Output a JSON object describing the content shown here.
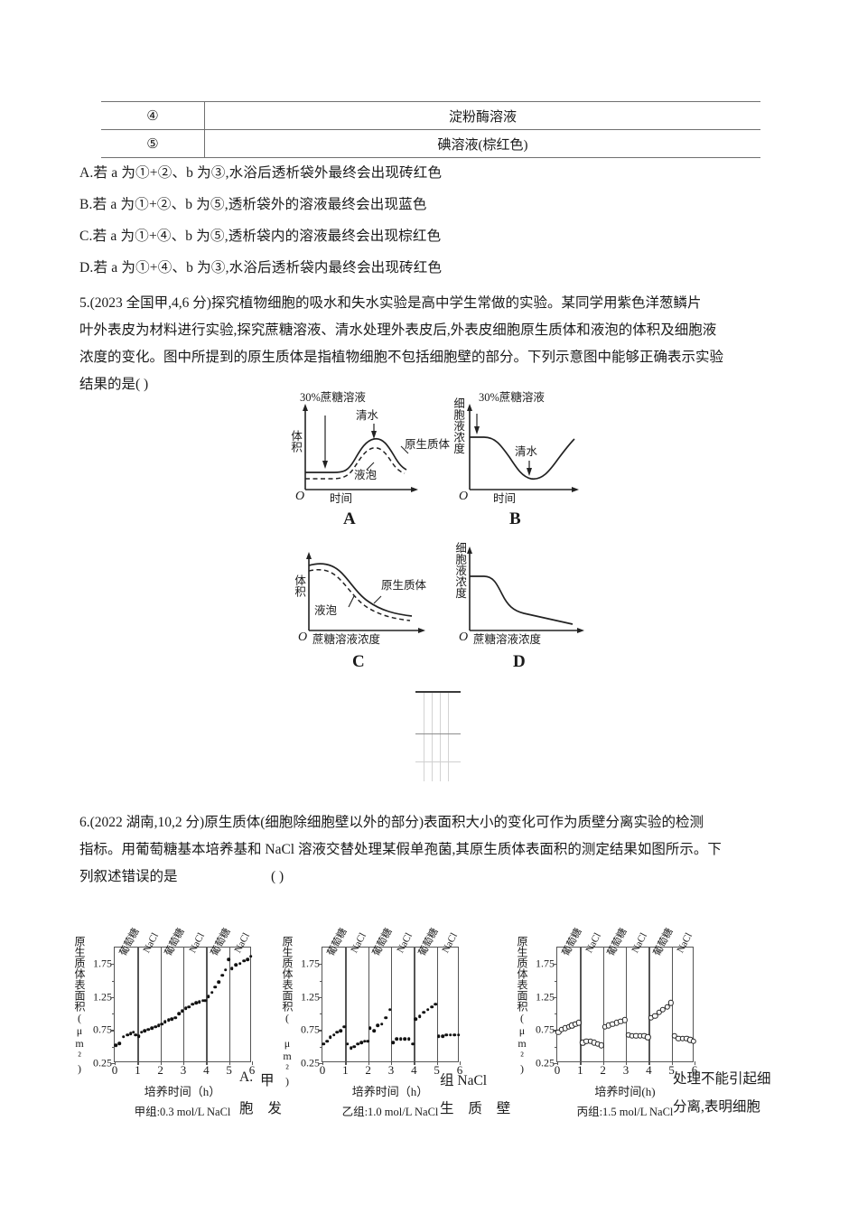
{
  "table": {
    "rows": [
      {
        "id": "④",
        "content": "淀粉酶溶液"
      },
      {
        "id": "⑤",
        "content": "碘溶液(棕红色)"
      }
    ]
  },
  "options_q4": [
    "A.若 a 为①+②、b 为③,水浴后透析袋外最终会出现砖红色",
    "B.若 a 为①+②、b 为⑤,透析袋外的溶液最终会出现蓝色",
    "C.若 a 为①+④、b 为⑤,透析袋内的溶液最终会出现棕红色",
    "D.若 a 为①+④、b 为③,水浴后透析袋内最终会出现砖红色"
  ],
  "question5": {
    "stem_line1": "5.(2023 全国甲,4,6 分)探究植物细胞的吸水和失水实验是高中学生常做的实验。某同学用紫色洋葱鳞片",
    "stem_line2": "叶外表皮为材料进行实验,探究蔗糖溶液、清水处理外表皮后,外表皮细胞原生质体和液泡的体积及细胞液",
    "stem_line3": "浓度的变化。图中所提到的原生质体是指植物细胞不包括细胞壁的部分。下列示意图中能够正确表示实验",
    "stem_line4": "结果的是(    )",
    "figures": [
      {
        "key": "A",
        "label": "A",
        "ylabel": "体积",
        "xlabel": "时间",
        "origin": "O",
        "annotations": [
          "30%蔗糖溶液",
          "清水",
          "原生质体",
          "液泡"
        ]
      },
      {
        "key": "B",
        "label": "B",
        "ylabel": "细胞液浓度",
        "xlabel": "时间",
        "origin": "O",
        "annotations": [
          "30%蔗糖溶液",
          "清水"
        ]
      },
      {
        "key": "C",
        "label": "C",
        "ylabel": "体积",
        "xlabel": "蔗糖溶液浓度",
        "origin": "O",
        "annotations": [
          "原生质体",
          "液泡"
        ]
      },
      {
        "key": "D",
        "label": "D",
        "ylabel": "细胞液浓度",
        "xlabel": "蔗糖溶液浓度",
        "origin": "O",
        "annotations": []
      }
    ]
  },
  "question6": {
    "stem_line1": "6.(2022 湖南,10,2 分)原生质体(细胞除细胞壁以外的部分)表面积大小的变化可作为质壁分离实验的检测",
    "stem_line2": "指标。用葡萄糖基本培养基和 NaCl 溶液交替处理某假单孢菌,其原生质体表面积的测定结果如图所示。下",
    "stem_line3": "列叙述错误的是",
    "stem_marker": "(    )"
  },
  "overlay_text": {
    "a1": "A.",
    "a2": "甲",
    "a3": "胞 发",
    "b1": "组 NaCl",
    "b2": "生 质 壁",
    "c1": "处理不能引起细",
    "c2": "分离,表明细胞"
  },
  "chart_data": [
    {
      "type": "scatter",
      "title": "甲组:0.3 mol/L NaCl",
      "xlabel": "培养时间（h）",
      "ylabel": "原生质体表面积(μm²)",
      "xlim": [
        0,
        6
      ],
      "ylim": [
        0.25,
        2.0
      ],
      "yticks": [
        "0.25",
        "0.75",
        "1.25",
        "1.75"
      ],
      "ytick_values": [
        0.25,
        0.75,
        1.25,
        1.75
      ],
      "xticks": [
        "0",
        "1",
        "2",
        "3",
        "4",
        "5",
        "6"
      ],
      "phase_labels": [
        "葡萄糖",
        "NaCl",
        "葡萄糖",
        "NaCl",
        "葡萄糖",
        "NaCl"
      ],
      "phase_boundaries": [
        1,
        2,
        3,
        4,
        5
      ],
      "marker": "filled",
      "x": [
        0.05,
        0.2,
        0.38,
        0.55,
        0.7,
        0.82,
        0.92,
        1.05,
        1.18,
        1.32,
        1.48,
        1.62,
        1.78,
        1.92,
        2.05,
        2.2,
        2.35,
        2.5,
        2.65,
        2.8,
        2.95,
        3.1,
        3.25,
        3.4,
        3.55,
        3.7,
        3.85,
        3.95,
        4.1,
        4.25,
        4.4,
        4.55,
        4.7,
        4.85,
        4.98,
        5.12,
        5.3,
        5.48,
        5.65,
        5.82,
        5.95
      ],
      "y": [
        0.52,
        0.55,
        0.65,
        0.68,
        0.7,
        0.72,
        0.68,
        0.66,
        0.72,
        0.74,
        0.76,
        0.78,
        0.8,
        0.82,
        0.84,
        0.88,
        0.9,
        0.92,
        0.94,
        1.0,
        1.04,
        1.08,
        1.1,
        1.14,
        1.16,
        1.18,
        1.2,
        1.2,
        1.26,
        1.32,
        1.4,
        1.48,
        1.58,
        1.66,
        1.82,
        1.68,
        1.74,
        1.76,
        1.8,
        1.82,
        1.87
      ]
    },
    {
      "type": "scatter",
      "title": "乙组:1.0 mol/L NaCl",
      "xlabel": "培养时间（h）",
      "ylabel": "原生质体表面积( μm²)",
      "xlim": [
        0,
        6
      ],
      "ylim": [
        0.25,
        2.0
      ],
      "yticks": [
        "0.25",
        "0.75",
        "1.25",
        "1.75"
      ],
      "ytick_values": [
        0.25,
        0.75,
        1.25,
        1.75
      ],
      "xticks": [
        "0",
        "1",
        "2",
        "3",
        "4",
        "5",
        "6"
      ],
      "phase_labels": [
        "葡萄糖",
        "NaCl",
        "葡萄糖",
        "NaCl",
        "葡萄糖",
        "NaCl"
      ],
      "phase_boundaries": [
        1,
        2,
        3,
        4,
        5
      ],
      "marker": "filled",
      "x": [
        0.05,
        0.2,
        0.35,
        0.5,
        0.65,
        0.8,
        0.95,
        1.1,
        1.25,
        1.4,
        1.55,
        1.7,
        1.85,
        1.97,
        2.08,
        2.25,
        2.42,
        2.6,
        2.78,
        2.95,
        3.08,
        3.25,
        3.42,
        3.6,
        3.78,
        3.95,
        4.08,
        4.25,
        4.42,
        4.6,
        4.78,
        4.95,
        5.08,
        5.25,
        5.42,
        5.6,
        5.78,
        5.95
      ],
      "y": [
        0.54,
        0.58,
        0.64,
        0.68,
        0.72,
        0.74,
        0.8,
        0.54,
        0.48,
        0.5,
        0.54,
        0.56,
        0.58,
        0.58,
        0.78,
        0.74,
        0.82,
        0.84,
        0.94,
        1.06,
        0.56,
        0.62,
        0.62,
        0.62,
        0.62,
        0.54,
        0.92,
        0.96,
        1.02,
        1.06,
        1.1,
        1.14,
        0.66,
        0.66,
        0.68,
        0.68,
        0.68,
        0.68
      ]
    },
    {
      "type": "scatter",
      "title": "丙组:1.5 mol/L NaCl",
      "xlabel": "培养时间(h)",
      "ylabel": "原生质体表面积(μm²)",
      "xlim": [
        0,
        6
      ],
      "ylim": [
        0.25,
        2.0
      ],
      "yticks": [
        "0.25",
        "0.75",
        "1.25",
        "1.75"
      ],
      "ytick_values": [
        0.25,
        0.75,
        1.25,
        1.75
      ],
      "xticks": [
        "0",
        "1",
        "2",
        "3",
        "4",
        "5",
        "6"
      ],
      "phase_labels": [
        "葡萄糖",
        "NaCl",
        "葡萄糖",
        "NaCl",
        "葡萄糖",
        "NaCl"
      ],
      "phase_boundaries": [
        1,
        2,
        3,
        4,
        5
      ],
      "marker": "open",
      "x": [
        0.05,
        0.2,
        0.35,
        0.5,
        0.65,
        0.8,
        0.95,
        1.12,
        1.28,
        1.45,
        1.6,
        1.76,
        1.92,
        2.08,
        2.25,
        2.42,
        2.6,
        2.78,
        2.95,
        3.1,
        3.28,
        3.45,
        3.62,
        3.8,
        3.96,
        4.1,
        4.28,
        4.45,
        4.62,
        4.8,
        4.96,
        5.12,
        5.3,
        5.48,
        5.65,
        5.82,
        5.96
      ],
      "y": [
        0.72,
        0.76,
        0.78,
        0.8,
        0.82,
        0.84,
        0.86,
        0.56,
        0.58,
        0.58,
        0.56,
        0.54,
        0.52,
        0.8,
        0.82,
        0.84,
        0.86,
        0.88,
        0.9,
        0.68,
        0.66,
        0.66,
        0.66,
        0.66,
        0.64,
        0.94,
        0.96,
        1.02,
        1.06,
        1.1,
        1.16,
        0.66,
        0.62,
        0.62,
        0.62,
        0.6,
        0.58
      ]
    }
  ]
}
